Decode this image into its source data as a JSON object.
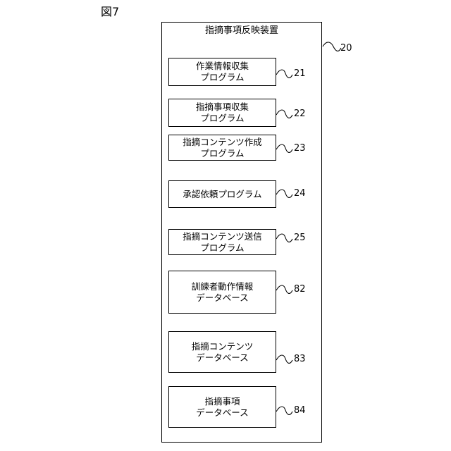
{
  "figure_label": "図7",
  "device": {
    "title": "指摘事項反映装置",
    "ref": "20"
  },
  "blocks": [
    {
      "lines": [
        "作業情報収集",
        "プログラム"
      ],
      "ref": "21"
    },
    {
      "lines": [
        "指摘事項収集",
        "プログラム"
      ],
      "ref": "22"
    },
    {
      "lines": [
        "指摘コンテンツ作成",
        "プログラム"
      ],
      "ref": "23"
    },
    {
      "lines": [
        "承認依頼プログラム"
      ],
      "ref": "24"
    },
    {
      "lines": [
        "指摘コンテンツ送信",
        "プログラム"
      ],
      "ref": "25"
    },
    {
      "lines": [
        "訓練者動作情報",
        "データベース"
      ],
      "ref": "82"
    },
    {
      "lines": [
        "指摘コンテンツ",
        "データベース"
      ],
      "ref": "83"
    },
    {
      "lines": [
        "指摘事項",
        "データベース"
      ],
      "ref": "84"
    }
  ]
}
